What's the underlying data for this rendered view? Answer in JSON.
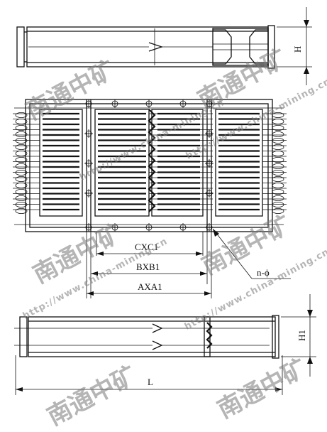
{
  "dimensions": {
    "height": "H",
    "height_lower": "H1",
    "length": "L",
    "spacing_c": "CXC1",
    "spacing_b": "BXB1",
    "spacing_a": "AXA1",
    "holes": "n-ϕ"
  },
  "watermark": {
    "brand": "南通中矿",
    "site": "http://www.china-mining.cn"
  },
  "colors": {
    "line": "#111111",
    "watermark": "#8a8a8a"
  }
}
